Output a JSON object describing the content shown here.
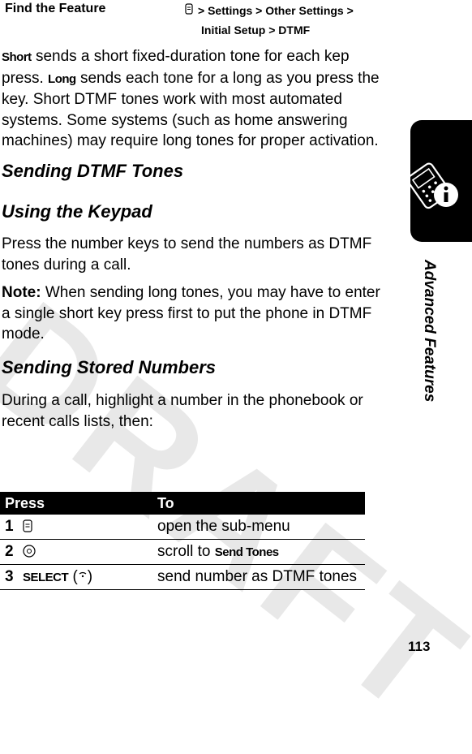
{
  "watermark": "DRAFT",
  "find_feature": {
    "label": "Find the Feature",
    "path_line1": "> Settings > Other Settings >",
    "path_line2": "Initial Setup > DTMF"
  },
  "intro": {
    "short_kw": "Short",
    "short_text": " sends a short fixed-duration tone for each kep press. ",
    "long_kw": "Long",
    "long_text": " sends each tone for a long as you press the key. Short DTMF tones work with most automated systems. Some systems (such as home answering machines) may require long tones for proper activation."
  },
  "headings": {
    "sending": "Sending DTMF Tones",
    "keypad": "Using the Keypad",
    "stored": "Sending Stored Numbers"
  },
  "keypad_text": "Press the number keys to send the numbers as DTMF tones during a call.",
  "note": {
    "label": "Note:",
    "text": " When sending long tones, you may have to enter a single short key press first to put the phone in DTMF mode."
  },
  "stored_text": "During a call, highlight a number in the phonebook or recent calls lists, then:",
  "table": {
    "col_press": "Press",
    "col_to": "To",
    "rows": [
      {
        "num": "1",
        "key_icon": "menu-key-icon",
        "key_label": "",
        "action": "open the sub-menu",
        "action_kw": ""
      },
      {
        "num": "2",
        "key_icon": "nav-key-icon",
        "key_label": "",
        "action": "scroll to ",
        "action_kw": "Send Tones"
      },
      {
        "num": "3",
        "key_icon": "select-softkey-icon",
        "key_label": "SELECT",
        "action": "send number as DTMF tones",
        "action_kw": ""
      }
    ]
  },
  "side_label": "Advanced Features",
  "side_tab_icon": "phone-info-icon",
  "page_number": "113"
}
